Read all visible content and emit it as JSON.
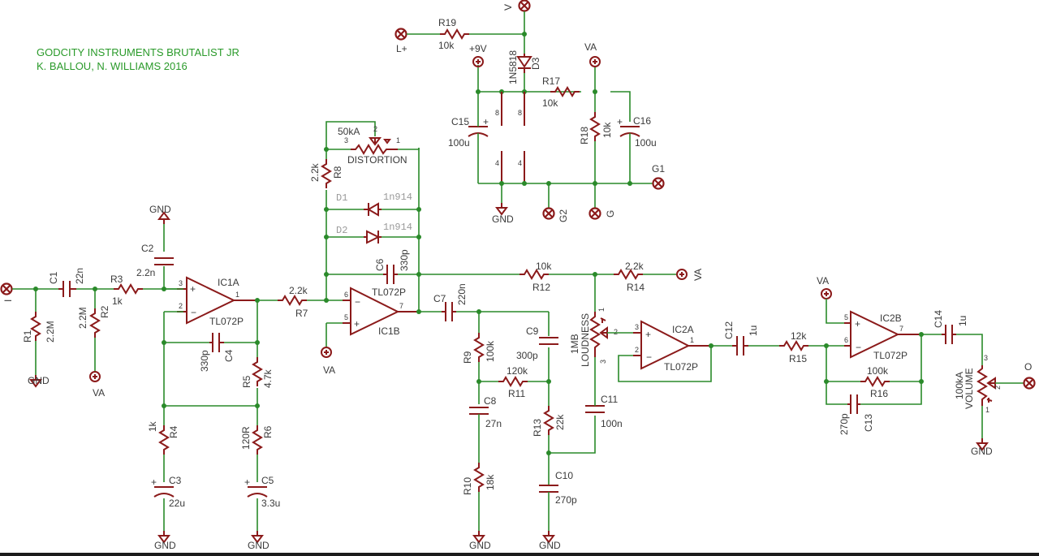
{
  "title": {
    "line1": "GODCITY INSTRUMENTS BRUTALIST JR",
    "line2": "K. BALLOU, N. WILLIAMS 2016"
  },
  "ports": {
    "input": "I",
    "output": "O",
    "v": "V",
    "lplus": "L+",
    "g1": "G1",
    "g2": "G2",
    "g": "G"
  },
  "supplies": {
    "gnd": "GND",
    "va": "VA",
    "plus9v": "+9V"
  },
  "opamps": {
    "ic1a": "IC1A",
    "ic1b": "IC1B",
    "ic2a": "IC2A",
    "ic2b": "IC2B",
    "part": "TL072P"
  },
  "pins": {
    "p1": "1",
    "p2": "2",
    "p3": "3",
    "p4": "4",
    "p5": "5",
    "p6": "6",
    "p7": "7",
    "p8": "8"
  },
  "resistors": {
    "R1": {
      "name": "R1",
      "value": "2.2M"
    },
    "R2": {
      "name": "R2",
      "value": "2.2M"
    },
    "R3": {
      "name": "R3",
      "value": "1k"
    },
    "R4": {
      "name": "R4",
      "value": "1k"
    },
    "R5": {
      "name": "R5",
      "value": "4.7k"
    },
    "R6": {
      "name": "R6",
      "value": "120R"
    },
    "R7": {
      "name": "R7",
      "value": "2.2k"
    },
    "R8": {
      "name": "R8",
      "value": "2.2k"
    },
    "R9": {
      "name": "R9",
      "value": "100k"
    },
    "R10": {
      "name": "R10",
      "value": "18k"
    },
    "R11": {
      "name": "R11",
      "value": "120k"
    },
    "R12": {
      "name": "R12",
      "value": "10k"
    },
    "R13": {
      "name": "R13",
      "value": "22k"
    },
    "R14": {
      "name": "R14",
      "value": "2.2k"
    },
    "R15": {
      "name": "R15",
      "value": "12k"
    },
    "R16": {
      "name": "R16",
      "value": "100k"
    },
    "R17": {
      "name": "R17",
      "value": "10k"
    },
    "R18": {
      "name": "R18",
      "value": "10k"
    },
    "R19": {
      "name": "R19",
      "value": "10k"
    }
  },
  "capacitors": {
    "C1": {
      "name": "C1",
      "value": "22n"
    },
    "C2": {
      "name": "C2",
      "value": "2.2n"
    },
    "C3": {
      "name": "C3",
      "value": "22u"
    },
    "C4": {
      "name": "C4",
      "value": "330p"
    },
    "C5": {
      "name": "C5",
      "value": "3.3u"
    },
    "C6": {
      "name": "C6",
      "value": "330p"
    },
    "C7": {
      "name": "C7",
      "value": "220n"
    },
    "C8": {
      "name": "C8",
      "value": "27n"
    },
    "C9": {
      "name": "C9",
      "value": "300p"
    },
    "C10": {
      "name": "C10",
      "value": "270p"
    },
    "C11": {
      "name": "C11",
      "value": "100n"
    },
    "C12": {
      "name": "C12",
      "value": "1u"
    },
    "C13": {
      "name": "C13",
      "value": "270p"
    },
    "C14": {
      "name": "C14",
      "value": "1u"
    },
    "C15": {
      "name": "C15",
      "value": "100u"
    },
    "C16": {
      "name": "C16",
      "value": "100u"
    }
  },
  "diodes": {
    "D1": {
      "name": "D1",
      "value": "1n914"
    },
    "D2": {
      "name": "D2",
      "value": "1n914"
    },
    "D3": {
      "name": "D3",
      "value": "1N5818"
    }
  },
  "pots": {
    "distortion": {
      "name": "DISTORTION",
      "value": "50kA"
    },
    "loudness": {
      "name": "LOUDNESS",
      "value": "1MB"
    },
    "volume": {
      "name": "VOLUME",
      "value": "100kA"
    }
  },
  "colors": {
    "wire": "#2a8a2a",
    "part": "#8b1a1a",
    "title": "#2a9a2a",
    "label": "#3a3a3a",
    "background": "#ffffff"
  }
}
